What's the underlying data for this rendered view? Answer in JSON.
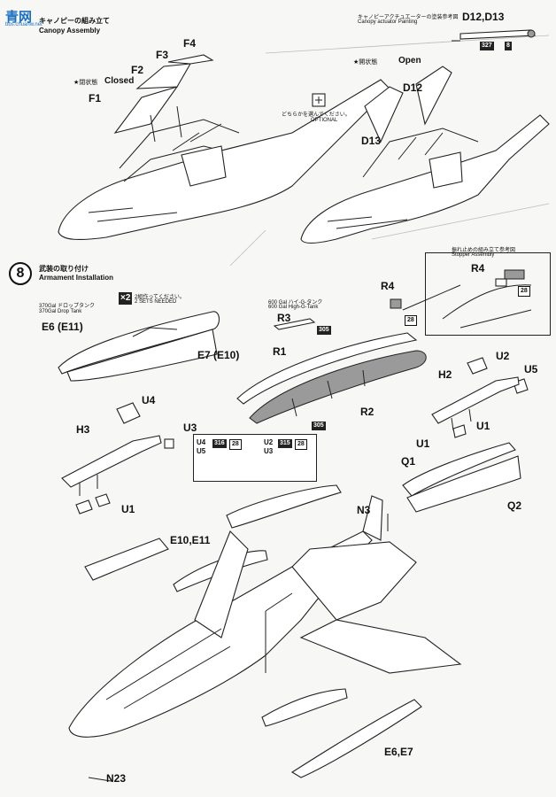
{
  "watermark": {
    "text": "青",
    "text2": "网",
    "sub": "bbs.chuanw.net"
  },
  "canopy": {
    "title_jp": "キャノピーの組み立て",
    "title_en": "Canopy Assembly",
    "closed_jp": "★閉状態",
    "closed_en": "Closed",
    "open_jp": "★開状態",
    "open_en": "Open",
    "parts": [
      "F1",
      "F2",
      "F3",
      "F4",
      "D12",
      "D13"
    ],
    "optional_jp": "どちらかを選んでください。",
    "optional_en": "OPTIONAL"
  },
  "actuator": {
    "title_jp": "キャノピーアクチュエーターの塗装参考図",
    "title_en": "Canopy actuator Painting",
    "parts": "D12,D13",
    "color1": "327",
    "color2": "8"
  },
  "armament": {
    "step": "8",
    "title_jp": "武装の取り付け",
    "title_en": "Armament Installation",
    "tank370_jp": "370Gal ドロップタンク",
    "tank370_en": "370Gal Drop Tank",
    "x2": "×2",
    "sets_jp": "2組作ってください。",
    "sets_en": "2 SETS NEEDED",
    "tank600_jp": "600 Gal ハイ-G-タンク",
    "tank600_en": "600 Gal High-G-Tank",
    "stopper_jp": "振れ止めの組み立て参考図",
    "stopper_en": "Stopper Assembly"
  },
  "labels": {
    "e6e11": "E6 (E11)",
    "e7e10": "E7 (E10)",
    "r1": "R1",
    "r2": "R2",
    "r3": "R3",
    "r4": "R4",
    "r4b": "R4",
    "h2": "H2",
    "h3": "H3",
    "u1a": "U1",
    "u1b": "U1",
    "u1c": "U1",
    "u2": "U2",
    "u3": "U3",
    "u4": "U4",
    "u5": "U5",
    "q1": "Q1",
    "q2": "Q2",
    "n3": "N3",
    "n23": "N23",
    "e10e11": "E10,E11",
    "e6e7": "E6,E7",
    "u4u5": "U4\nU5",
    "u2u3": "U2\nU3"
  },
  "colors": {
    "c305a": "305",
    "c305b": "305",
    "c28a": "28",
    "c28b": "28",
    "c28c": "28",
    "c28d": "28",
    "c316a": "316",
    "c315b": "315"
  }
}
